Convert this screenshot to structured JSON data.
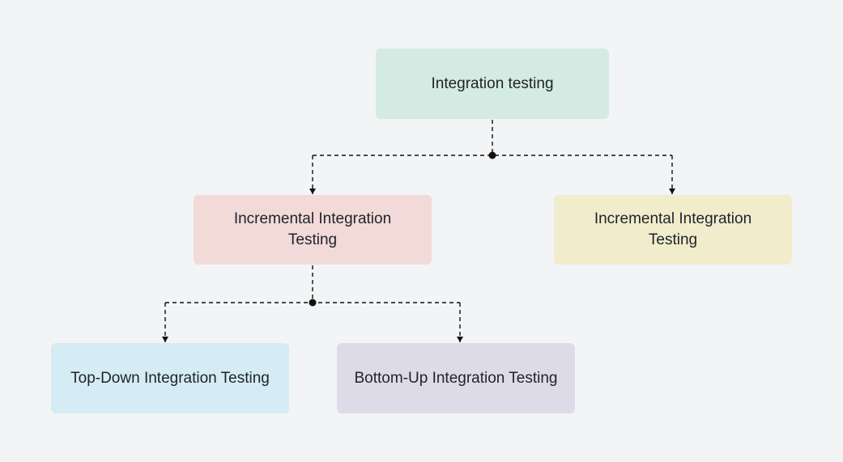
{
  "diagram": {
    "colors": {
      "background": "#f3f4f6",
      "connector": "#111111",
      "root_fill": "#d3ebe3",
      "incremental_fill": "#f2dad9",
      "second_branch_fill": "#f1eccc",
      "top_down_fill": "#d5ecf5",
      "bottom_up_fill": "#dddbe7"
    },
    "nodes": {
      "root": {
        "label": "Integration testing"
      },
      "incremental": {
        "label": "Incremental Integration Testing"
      },
      "second_branch": {
        "label": "Incremental Integration Testing"
      },
      "top_down": {
        "label": "Top-Down Integration Testing"
      },
      "bottom_up": {
        "label": "Bottom-Up Integration Testing"
      }
    },
    "edges": [
      {
        "from": "root",
        "to": "incremental"
      },
      {
        "from": "root",
        "to": "second_branch"
      },
      {
        "from": "incremental",
        "to": "top_down"
      },
      {
        "from": "incremental",
        "to": "bottom_up"
      }
    ]
  }
}
